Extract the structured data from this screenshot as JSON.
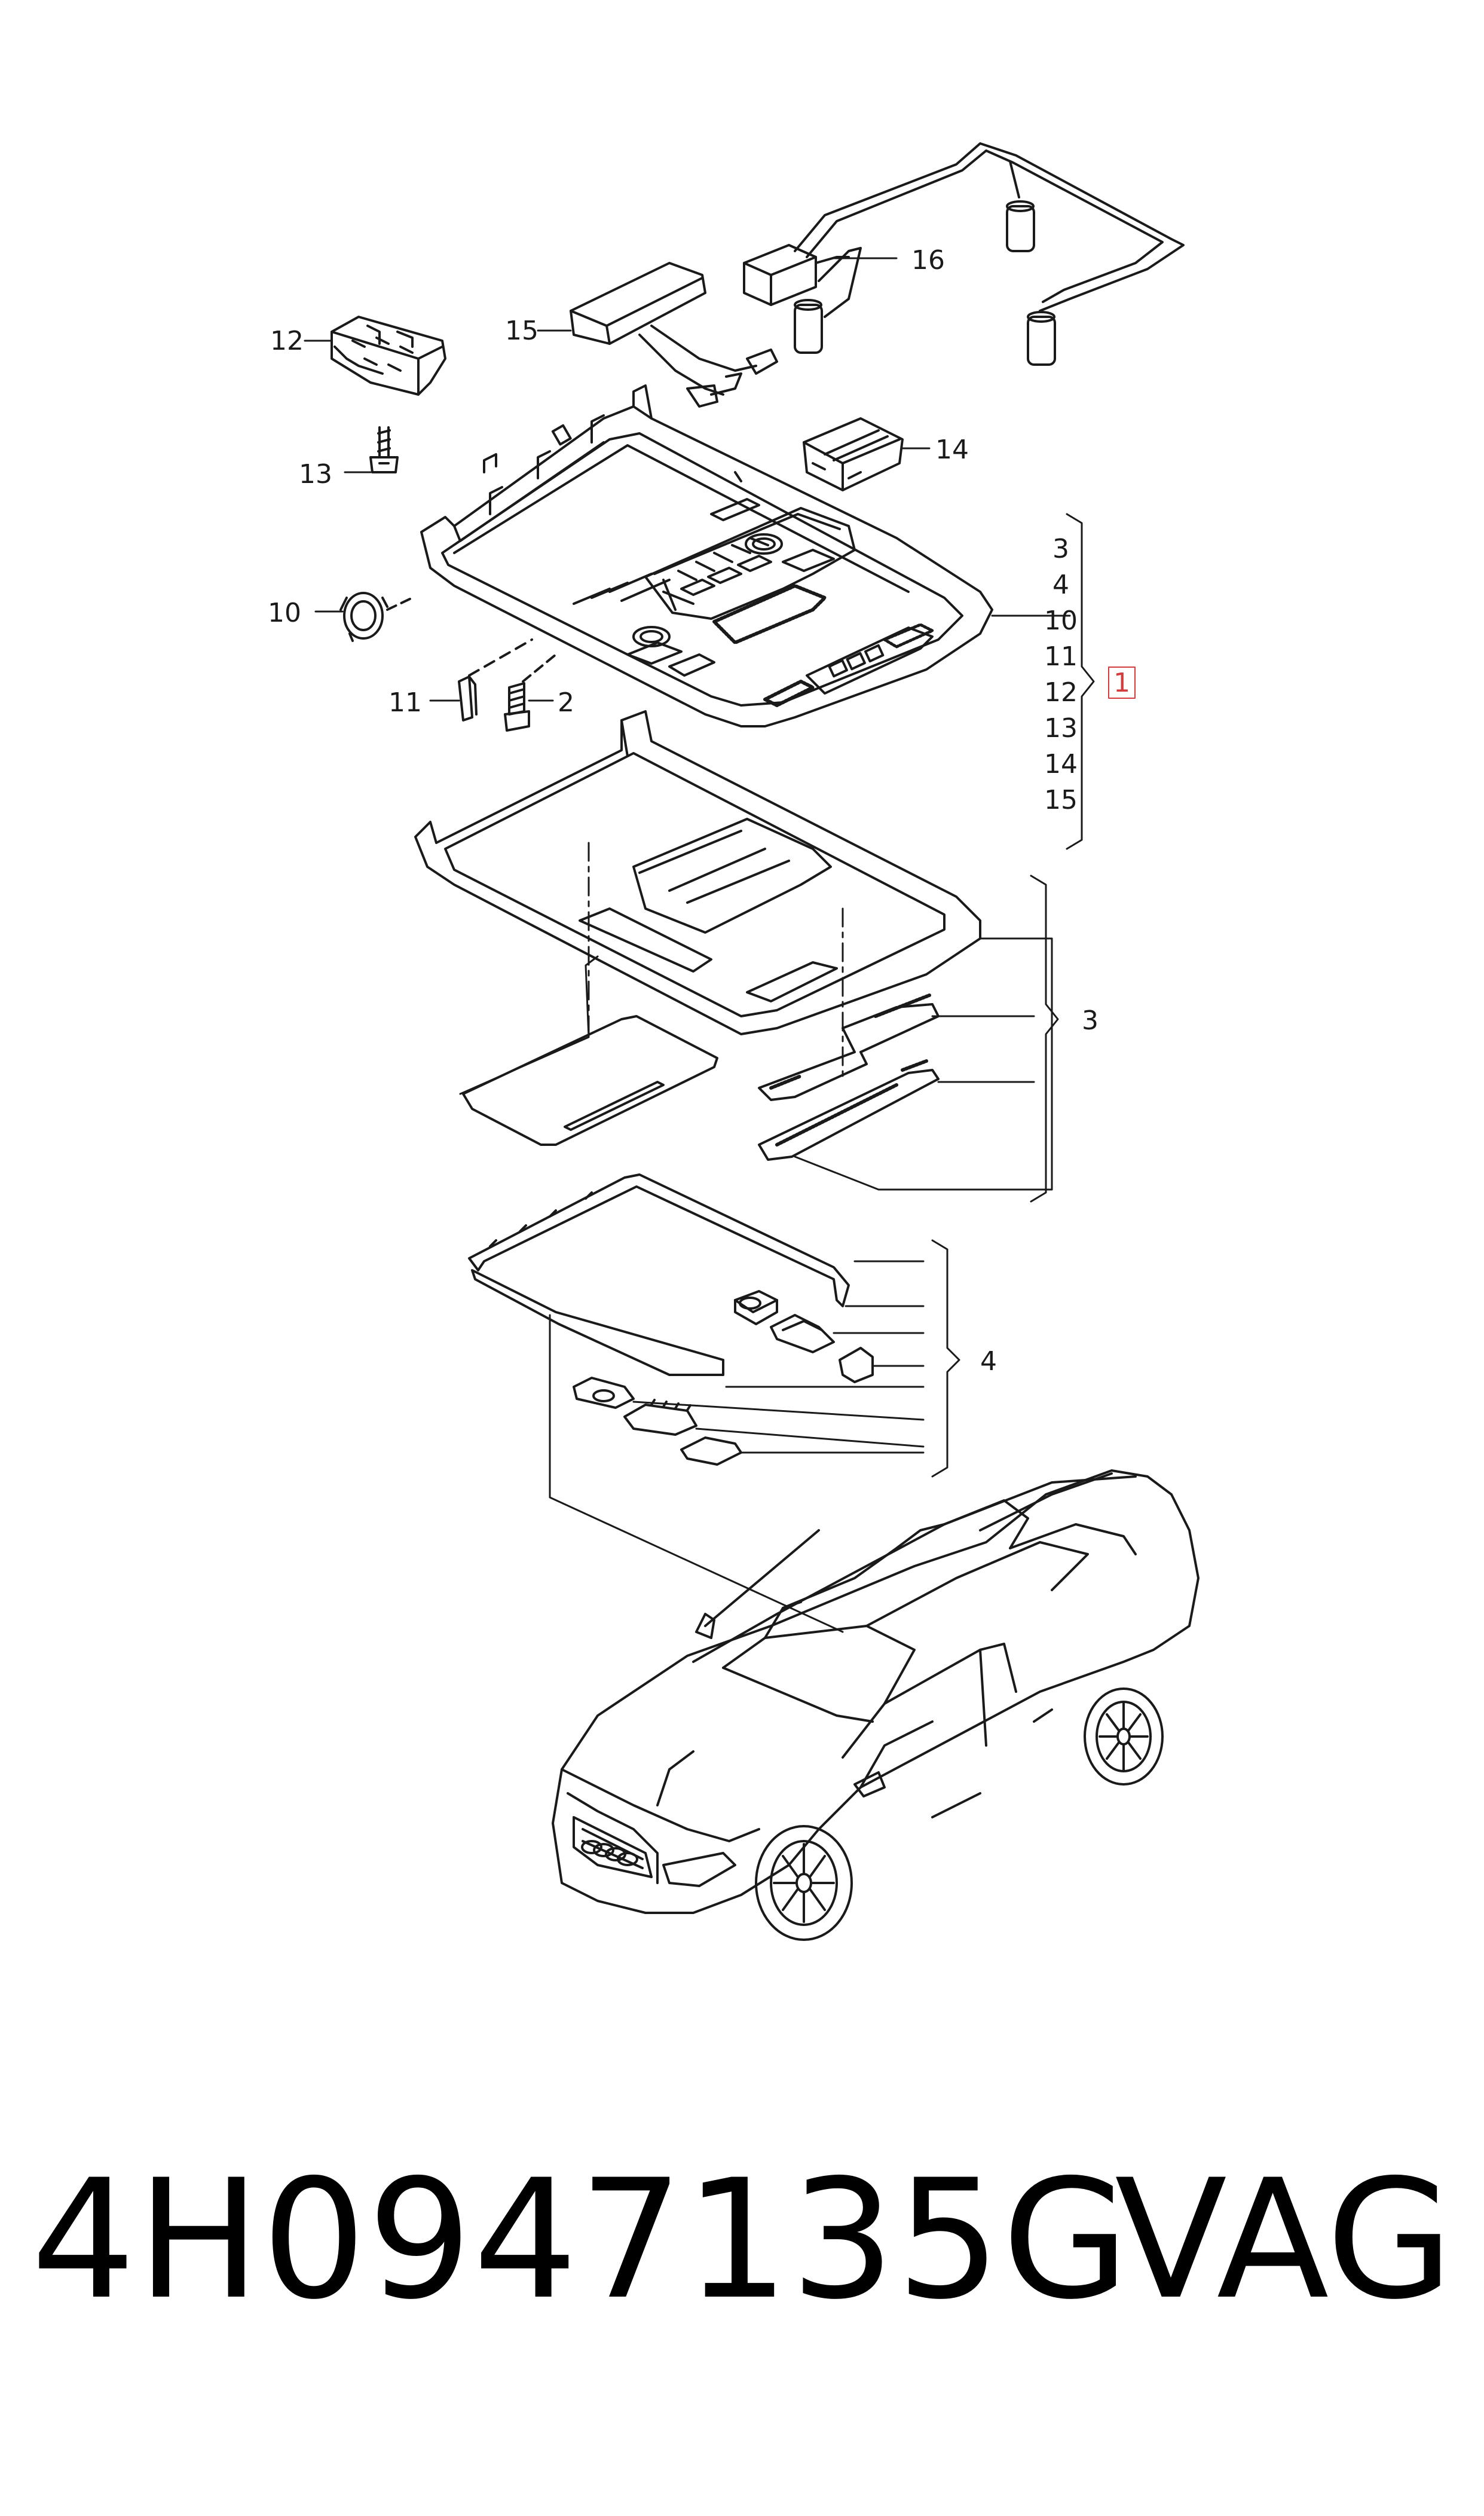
{
  "callouts": {
    "c16": "16",
    "c15": "15",
    "c12": "12",
    "c14": "14",
    "c13": "13",
    "c10": "10",
    "c11": "11",
    "c2": "2"
  },
  "group1": {
    "items": [
      "3",
      "4",
      "10",
      "11",
      "12",
      "13",
      "14",
      "15"
    ],
    "label": "1"
  },
  "group3": {
    "label": "3"
  },
  "group4": {
    "label": "4"
  },
  "footer": {
    "part_number": "4H0947135G",
    "brand": "VAG"
  },
  "colors": {
    "line": "#1a1a1a",
    "highlight_box": "#d23c3c",
    "background": "#ffffff"
  }
}
